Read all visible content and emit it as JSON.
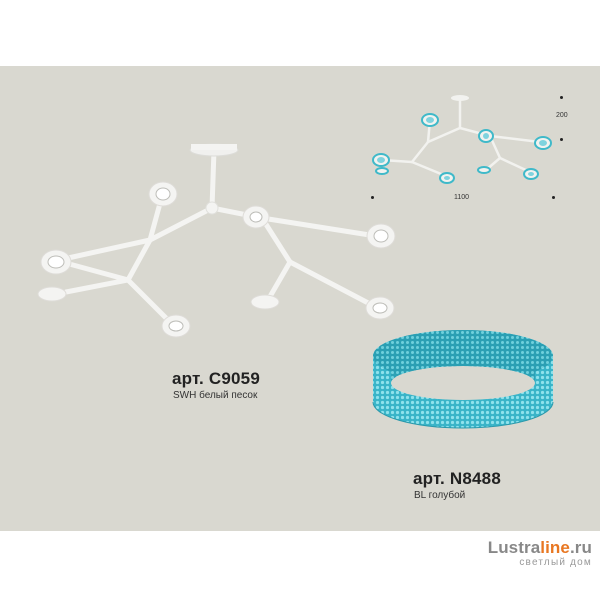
{
  "product1": {
    "article": "арт. C9059",
    "finish": "SWH белый песок"
  },
  "product2": {
    "article": "арт. N8488",
    "finish": "BL голубой"
  },
  "dimensions": {
    "width": "1100",
    "height": "200"
  },
  "logo": {
    "main": "Lustra",
    "accent": "line",
    "suffix": ".ru",
    "tagline": "светлый дом"
  },
  "colors": {
    "background_panel": "#d9d8d0",
    "accent_blue": "#3fb9c9",
    "logo_orange": "#e87722",
    "fixture_white": "#f4f4f2"
  }
}
